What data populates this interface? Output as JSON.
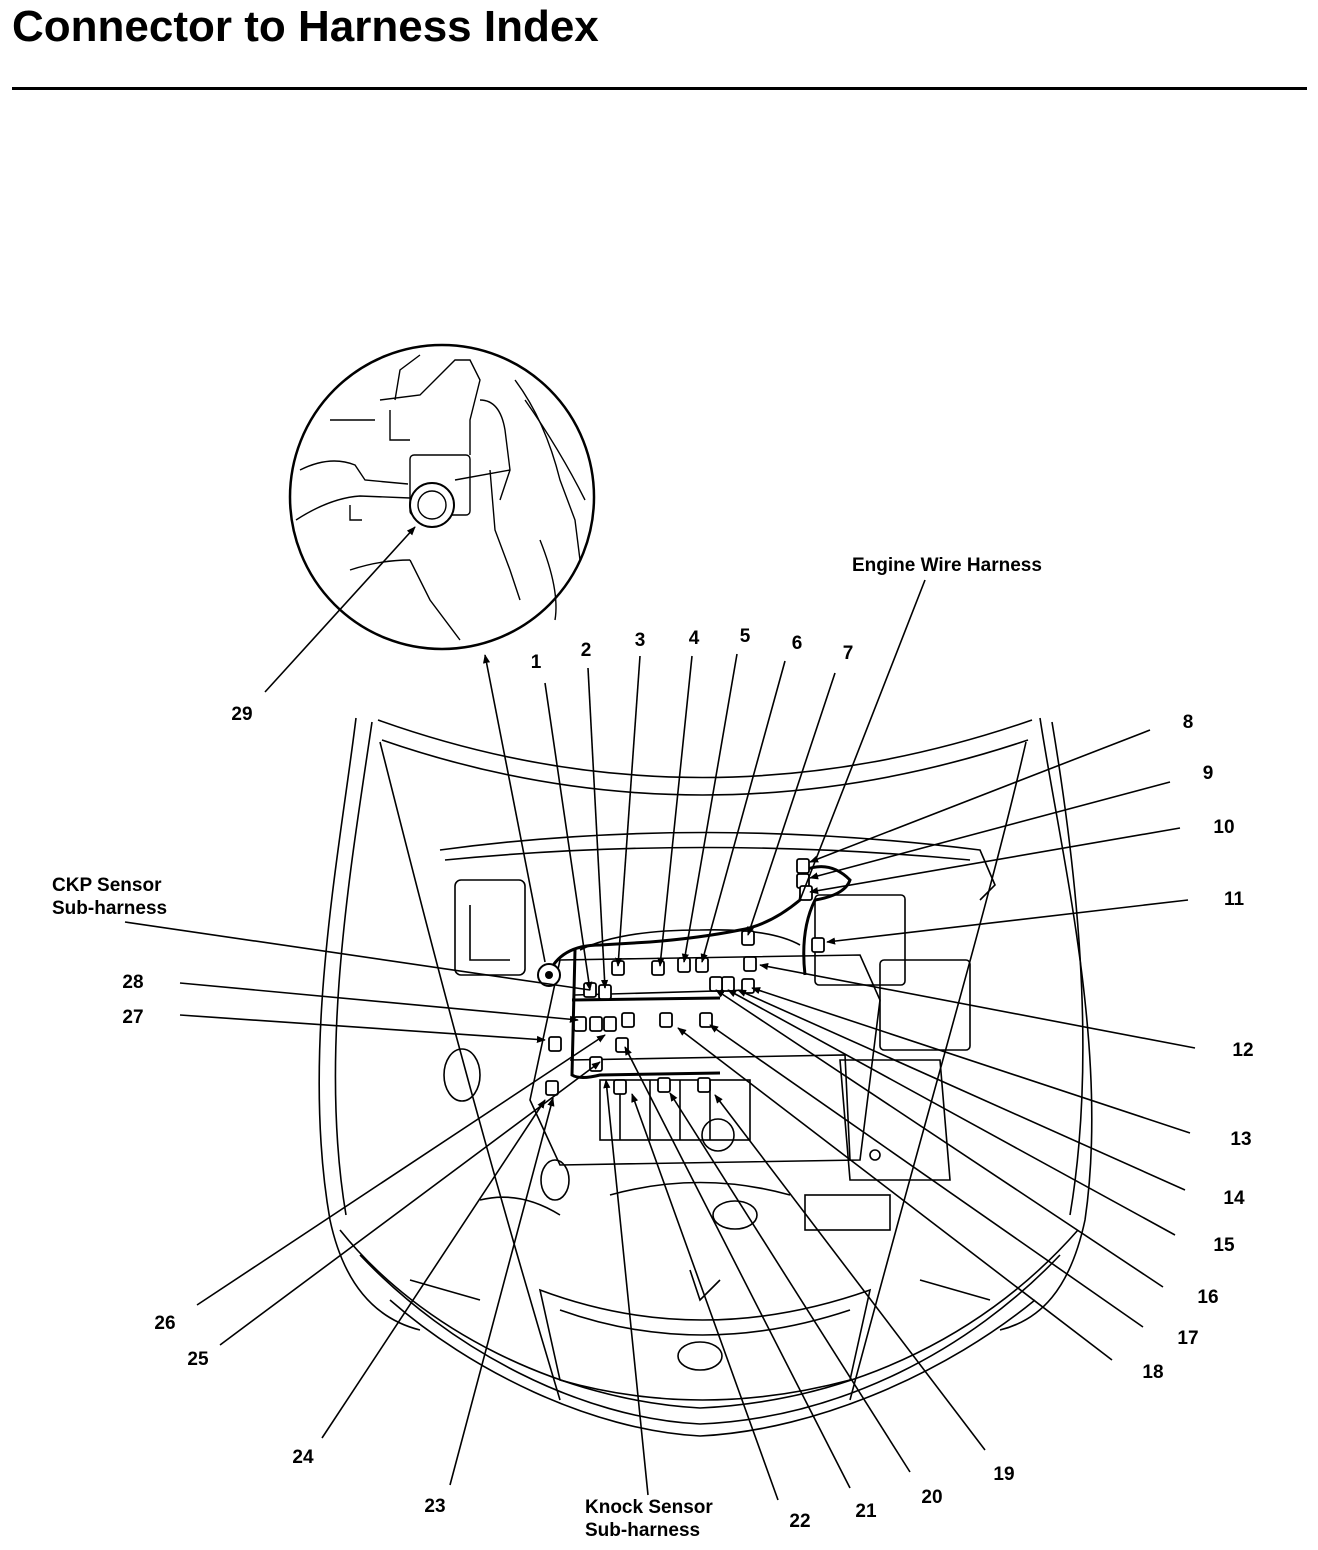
{
  "page": {
    "title": "Connector to Harness Index"
  },
  "harness_labels": {
    "engine_wire_harness": "Engine Wire Harness",
    "ckp_line1": "CKP Sensor",
    "ckp_line2": "Sub-harness",
    "knock_line1": "Knock Sensor",
    "knock_line2": "Sub-harness"
  },
  "callouts": [
    "1",
    "2",
    "3",
    "4",
    "5",
    "6",
    "7",
    "8",
    "9",
    "10",
    "11",
    "12",
    "13",
    "14",
    "15",
    "16",
    "17",
    "18",
    "19",
    "20",
    "21",
    "22",
    "23",
    "24",
    "25",
    "26",
    "27",
    "28",
    "29"
  ]
}
